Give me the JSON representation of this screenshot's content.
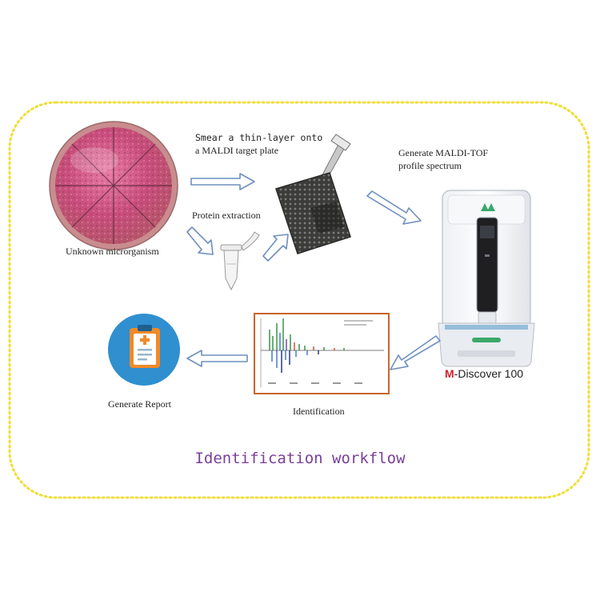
{
  "labels": {
    "smear_line1": "Smear a thin-layer onto",
    "smear_line2": "a MALDI target plate",
    "generate_line1": "Generate MALDI-TOF",
    "generate_line2": "profile spectrum",
    "protein": "Protein extraction",
    "unknown": "Unknown microrganism",
    "report": "Generate Report",
    "identification": "Identification",
    "brand_prefix": "M",
    "brand_rest": "-Discover 100"
  },
  "title": "Identification workflow",
  "colors": {
    "border": "#f0de3a",
    "arrow_stroke": "#6f8fbf",
    "arrow_fill": "#ffffff",
    "title": "#7a3f9a",
    "spectrum_frame": "#c8662a",
    "brand_accent": "#d0212a",
    "instrument_green": "#3aa86a"
  },
  "icons": [
    "petri-dish",
    "pipette",
    "maldi-target-plate",
    "eppendorf-tube",
    "maldi-tof-instrument",
    "mass-spectrum",
    "clipboard-report-icon"
  ]
}
